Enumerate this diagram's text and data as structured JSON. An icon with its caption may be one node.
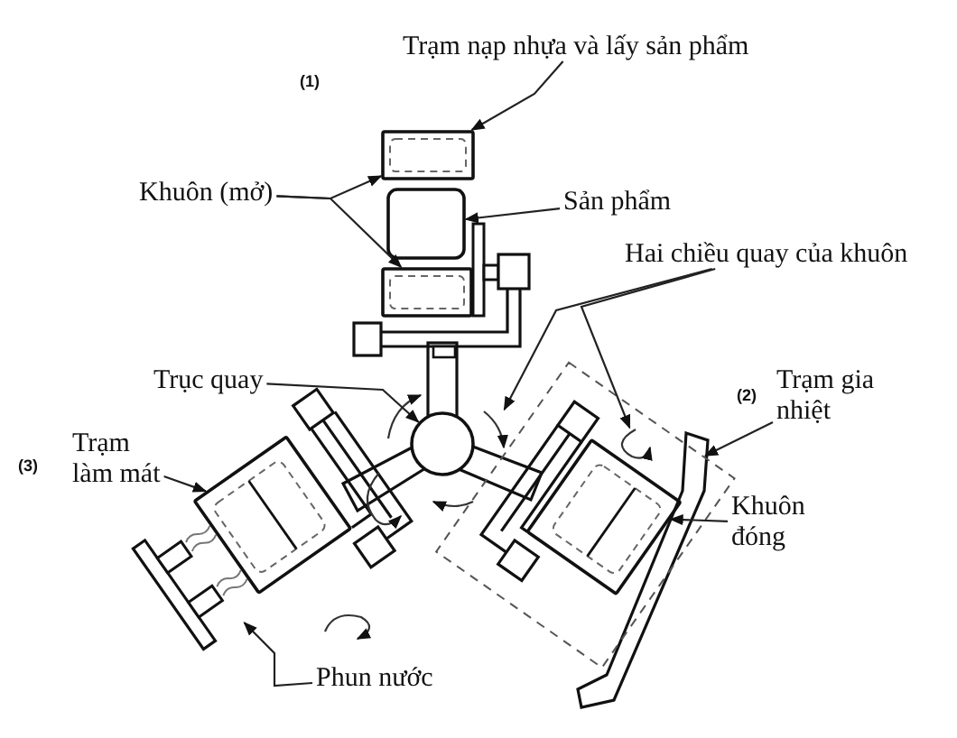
{
  "diagram": {
    "nodes": [
      {
        "text": [
          "Trạm nạp nhựa và lấy sản phẩm"
        ]
      },
      {
        "text": [
          "Khuôn (mở)"
        ]
      },
      {
        "text": [
          "Sản phẩm"
        ]
      },
      {
        "text": [
          "Hai chiều quay của khuôn"
        ]
      },
      {
        "text": [
          "Trục quay"
        ]
      },
      {
        "text": [
          "Trạm gia nhiệt"
        ]
      },
      {
        "text": [
          "Trạm làm mát"
        ]
      },
      {
        "text": [
          "Khuôn đóng"
        ]
      },
      {
        "text": [
          "Phun nước"
        ]
      },
      {
        "text": [],
        "shape": "box"
      },
      {
        "text": [],
        "shape": "box"
      },
      {
        "text": [],
        "shape": "box"
      },
      {
        "text": [],
        "shape": "circle"
      },
      {
        "text": [],
        "shape": "box"
      },
      {
        "text": [],
        "shape": "box",
        "in": 13
      },
      {
        "text": [],
        "shape": "arrow",
        "in": 13
      },
      {
        "text": [],
        "shape": "arrow",
        "in": 13
      },
      {
        "text": [],
        "shape": "bar"
      },
      {
        "text": [],
        "shape": "box"
      }
    ],
    "edges": [
      {
        "from": 0,
        "to": 9,
        "arrow": "to"
      },
      {
        "from": 1,
        "to": 9,
        "arrow": "to"
      },
      {
        "from": 1,
        "to": 11,
        "arrow": "to"
      },
      {
        "from": 2,
        "to": 10,
        "arrow": "to"
      },
      {
        "from": 3,
        "to": 15,
        "arrow": "to"
      },
      {
        "from": 3,
        "to": 16,
        "arrow": "to"
      },
      {
        "from": 4,
        "to": 12,
        "arrow": "to"
      },
      {
        "from": 5,
        "to": 13,
        "arrow": "to"
      },
      {
        "from": 6,
        "to": 18,
        "arrow": "to"
      },
      {
        "from": 7,
        "to": 14,
        "arrow": "to"
      },
      {
        "from": 8,
        "to": 17,
        "arrow": "to"
      }
    ],
    "labels": [
      "(1)",
      "(2)",
      "(3)"
    ]
  }
}
